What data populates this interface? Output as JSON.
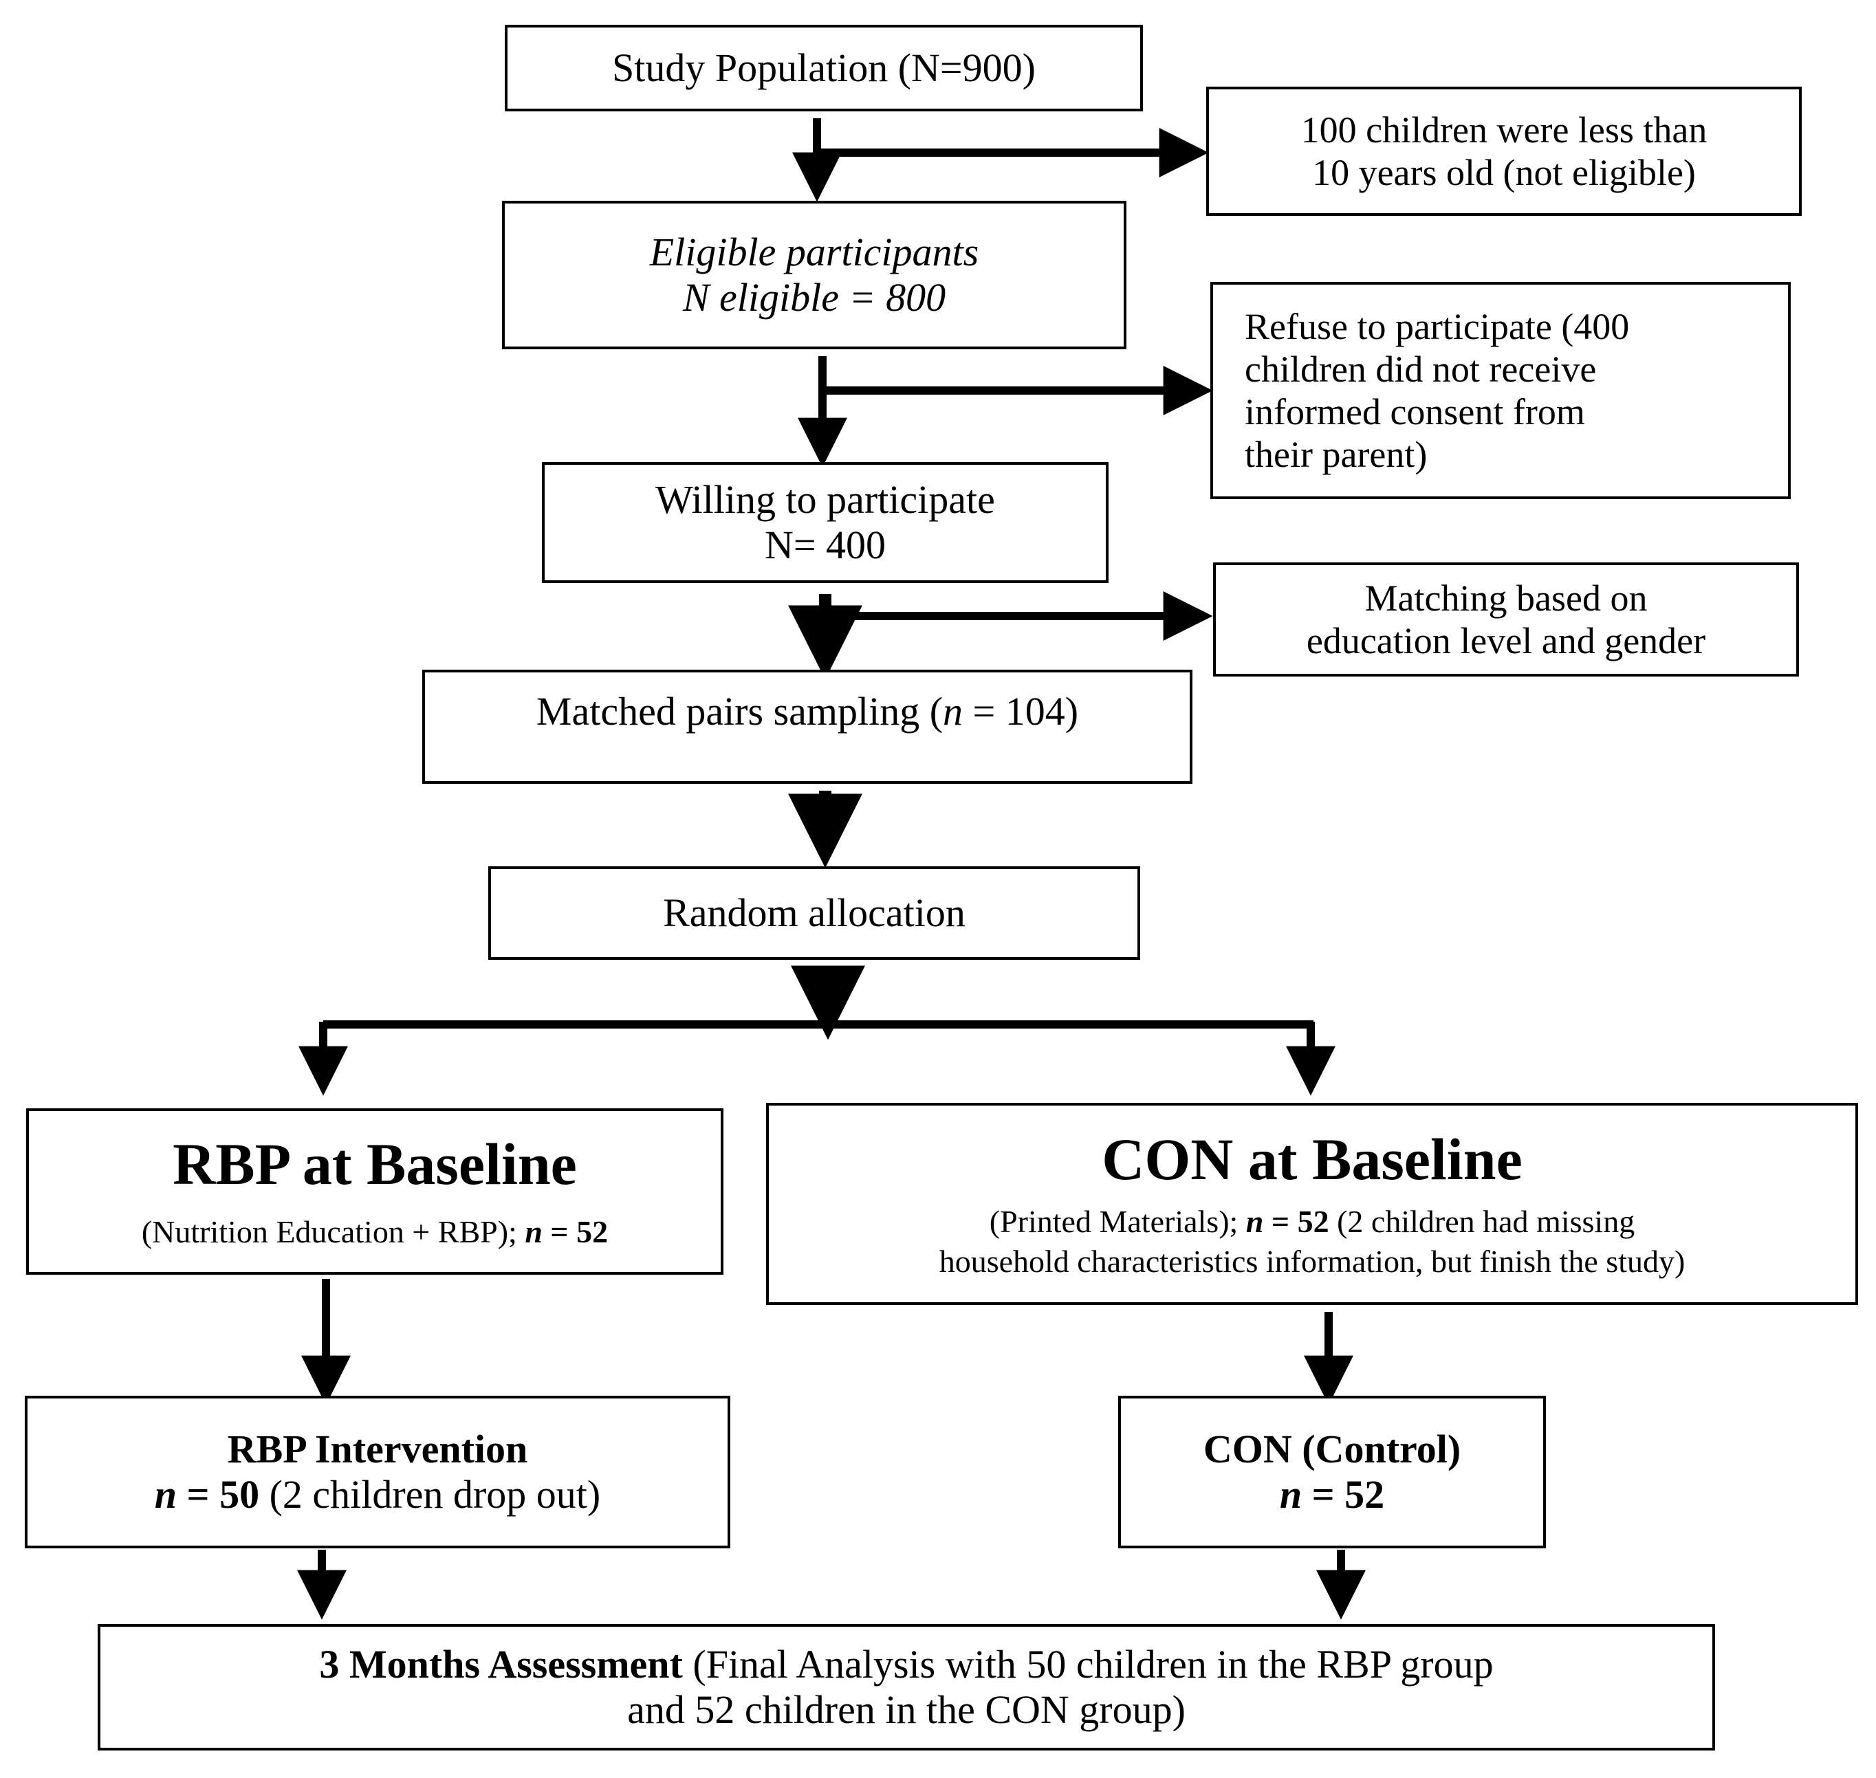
{
  "study_population": "Study Population (N=900)",
  "excluded_age": {
    "line1": "100 children were less than",
    "line2": "10 years old (not eligible)"
  },
  "eligible": {
    "line1": "Eligible participants",
    "line2": "N eligible = 800"
  },
  "refused": {
    "line1": "Refuse to participate (400",
    "line2": "children did not receive",
    "line3": "informed consent from",
    "line4": "their parent)"
  },
  "willing": {
    "line1": "Willing to participate",
    "line2": "N= 400"
  },
  "matching_basis": {
    "line1": "Matching based on",
    "line2": "education level and gender"
  },
  "matched_pairs": {
    "prefix": "Matched pairs sampling (",
    "n": "n",
    "suffix": " = 104)"
  },
  "random_allocation": "Random allocation",
  "rbp_baseline": {
    "title": "RBP at Baseline",
    "detail_prefix": "(Nutrition Education + RBP); ",
    "n": "n",
    "detail_value": " = 52"
  },
  "con_baseline": {
    "title": "CON at Baseline",
    "detail_prefix": "(Printed Materials); ",
    "n": "n",
    "detail_value": " = 52",
    "detail_suffix": " (2 children had missing",
    "line2": "household characteristics information, but finish the study)"
  },
  "rbp_intervention": {
    "title": "RBP Intervention",
    "n": "n",
    "value": " = 50",
    "note": " (2 children drop out)"
  },
  "con_control": {
    "title": "CON (Control)",
    "n": "n",
    "value": " = 52"
  },
  "final_assessment": {
    "bold": "3 Months Assessment",
    "line1_rest": " (Final Analysis with 50 children in the RBP group",
    "line2": "and 52 children in the CON group)"
  }
}
